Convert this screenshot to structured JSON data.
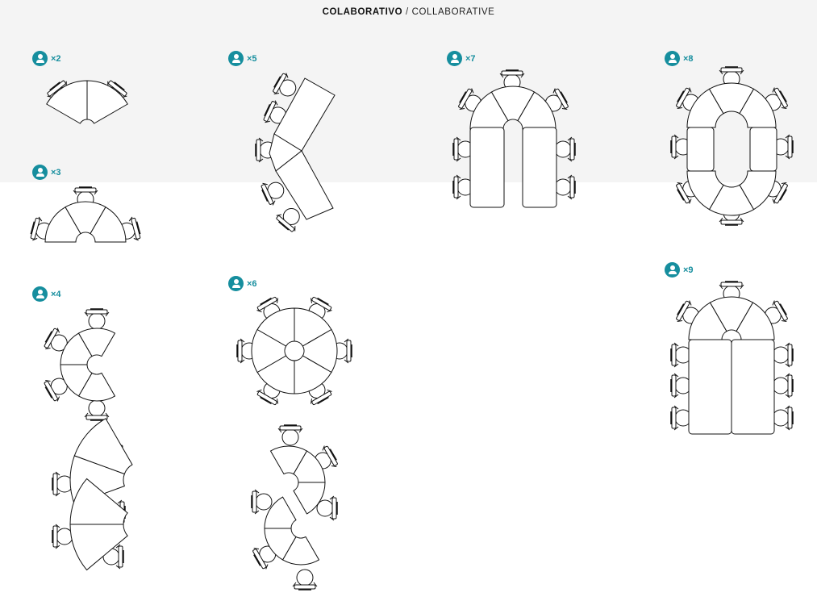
{
  "header": {
    "title_bold": "COLABORATIVO",
    "separator": "/",
    "title_light": "COLLABORATIVE"
  },
  "accent_color": "#168e9e",
  "configurations": [
    {
      "id": "x2",
      "label": "×2",
      "icon": "person-icon"
    },
    {
      "id": "x3",
      "label": "×3",
      "icon": "person-icon"
    },
    {
      "id": "x4",
      "label": "×4",
      "icon": "person-icon"
    },
    {
      "id": "x5",
      "label": "×5",
      "icon": "person-icon"
    },
    {
      "id": "x6",
      "label": "×6",
      "icon": "person-icon"
    },
    {
      "id": "x7",
      "label": "×7",
      "icon": "person-icon"
    },
    {
      "id": "x8",
      "label": "×8",
      "icon": "person-icon"
    },
    {
      "id": "x9",
      "label": "×9",
      "icon": "person-icon"
    }
  ]
}
